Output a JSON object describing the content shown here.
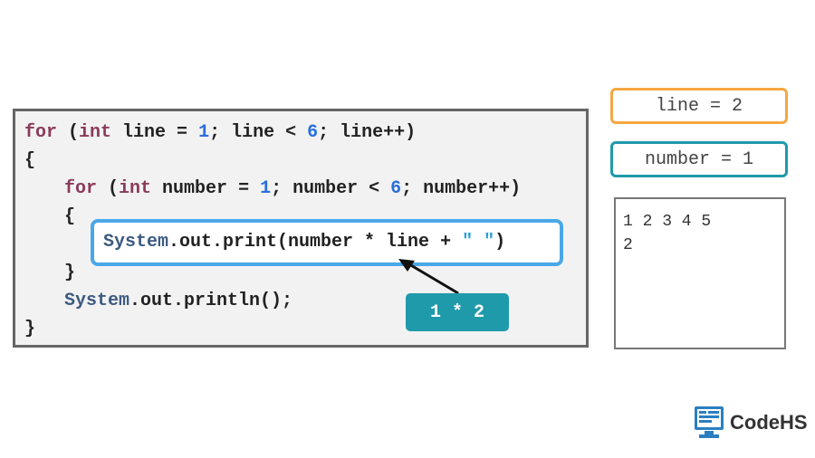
{
  "code": {
    "line1": {
      "kw": "for",
      "p1": " (",
      "kw2": "int",
      "p2": " line = ",
      "n1": "1",
      "p3": "; line < ",
      "n2": "6",
      "p4": "; line++)"
    },
    "line2": "{",
    "line3": {
      "kw": "for",
      "p1": " (",
      "kw2": "int",
      "p2": " number = ",
      "n1": "1",
      "p3": "; number < ",
      "n2": "6",
      "p4": "; number++)"
    },
    "line4": "{",
    "line5": {
      "cls": "System",
      "p1": ".out.print(number * line + ",
      "str": "\" \"",
      "p2": ")"
    },
    "line6": "}",
    "line7": {
      "cls": "System",
      "p1": ".out.println();"
    },
    "line8": "}"
  },
  "tooltip": "1 * 2",
  "vars": {
    "line": "line = 2",
    "number": "number = 1"
  },
  "output": "1 2 3 4 5\n2",
  "logo": {
    "text": "CodeHS"
  },
  "colors": {
    "keyword": "#8b3a5a",
    "number": "#2a6fdb",
    "highlight": "#4aa8e8",
    "teal": "#1f9aaa",
    "orange": "#f5a742"
  }
}
